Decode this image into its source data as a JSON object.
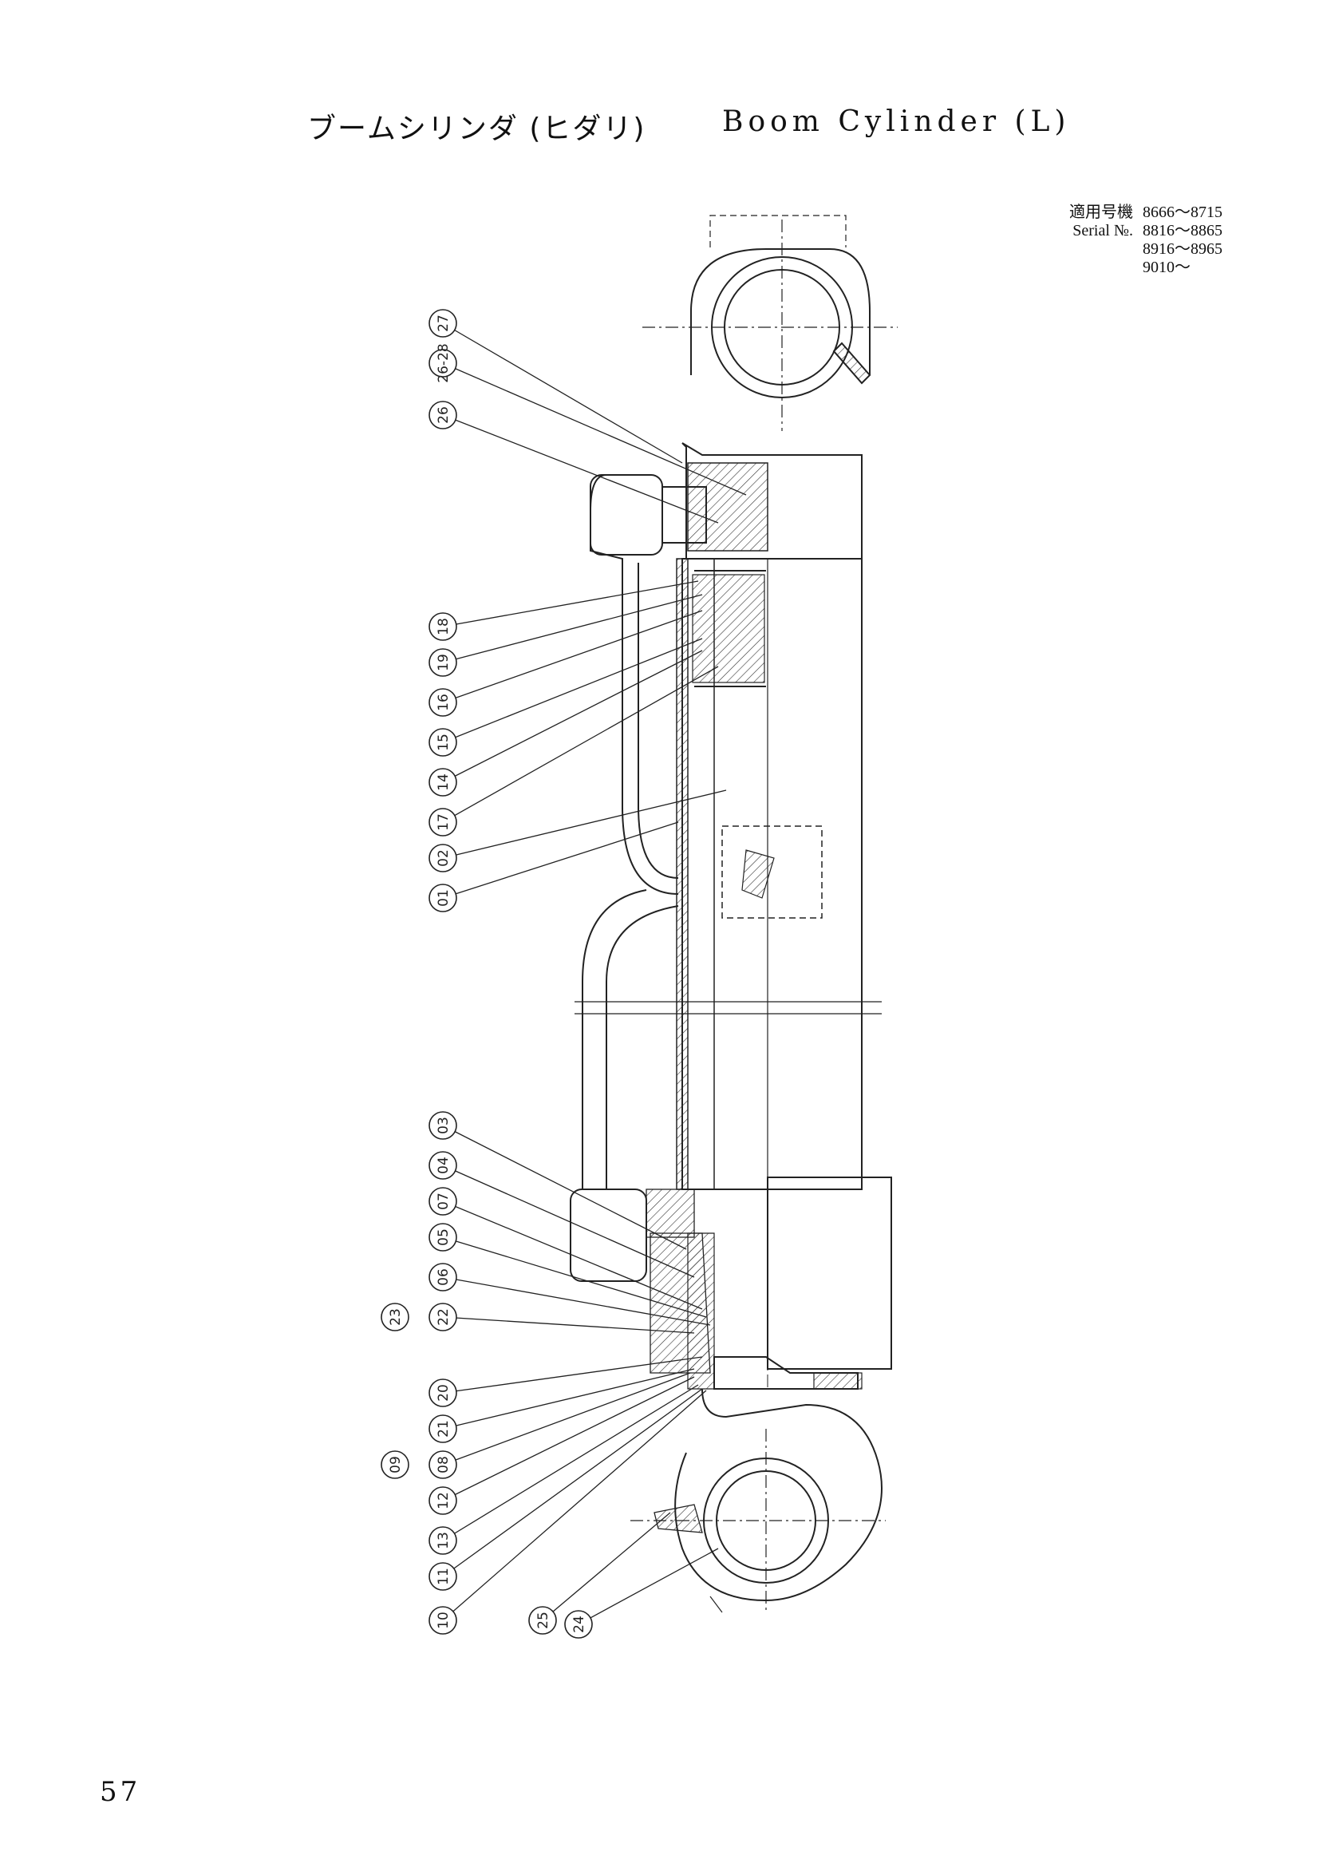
{
  "title": {
    "japanese": "ブームシリンダ (ヒダリ)",
    "english": "Boom Cylinder (L)"
  },
  "serial": {
    "label_jp": "適用号機",
    "label_en": "Serial №.",
    "ranges": [
      "8666～8715",
      "8816～8865",
      "8916～8965",
      "9010～"
    ]
  },
  "callouts": [
    "27",
    "26-28",
    "26",
    "18",
    "19",
    "16",
    "15",
    "14",
    "17",
    "02",
    "01",
    "03",
    "04",
    "07",
    "05",
    "06",
    "23",
    "22",
    "20",
    "21",
    "09",
    "08",
    "12",
    "13",
    "11",
    "10",
    "25",
    "24"
  ],
  "page_number": "57"
}
